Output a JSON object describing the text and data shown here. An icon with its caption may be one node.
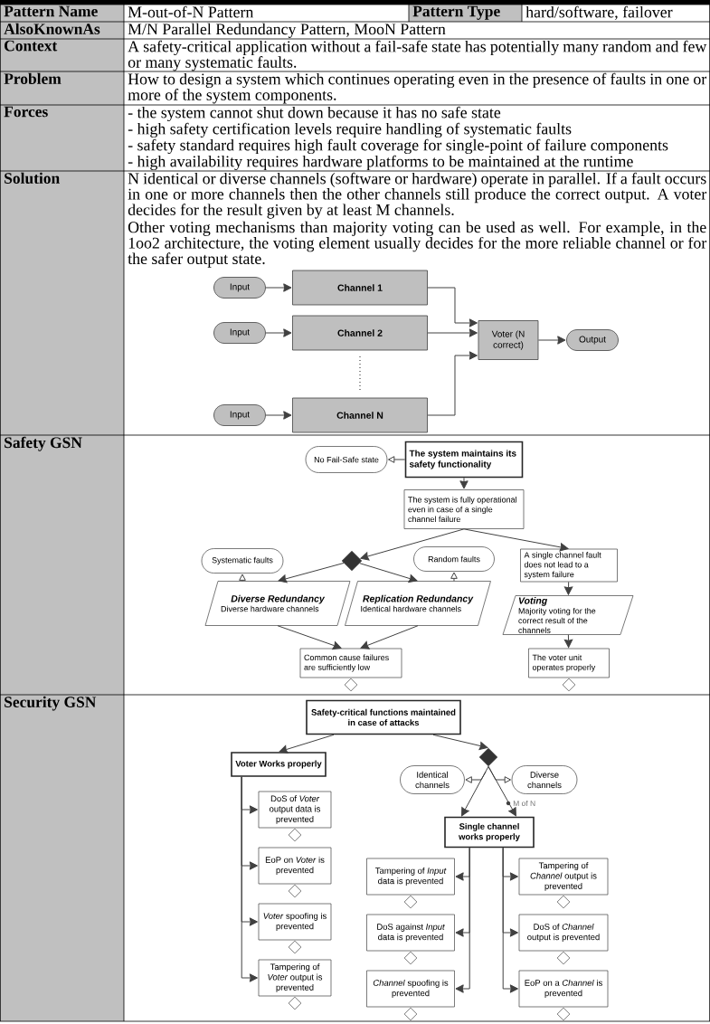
{
  "diagram": {
    "nodes": [
      {
        "text": [
          "Input"
        ]
      },
      {
        "text": [
          "Channel 1"
        ]
      },
      {
        "text": [
          "Input"
        ]
      },
      {
        "text": [
          "Channel 2"
        ]
      },
      {
        "text": [
          "Input"
        ]
      },
      {
        "text": [
          "Channel N"
        ]
      },
      {
        "text": [
          "Voter (N correct)"
        ]
      },
      {
        "text": [
          "Output"
        ]
      },
      {
        "text": [
          "No Fail-Safe state"
        ]
      },
      {
        "text": [
          "The system maintains its safety functionality"
        ]
      },
      {
        "text": [
          "The system is fully operational even in case of a single channel failure"
        ]
      },
      {
        "text": [],
        "shape": "diamond"
      },
      {
        "text": [
          "Systematic faults"
        ]
      },
      {
        "text": [
          "Random faults"
        ]
      },
      {
        "text": [
          "A single channel fault does not lead to a system failure"
        ]
      },
      {
        "text": [
          "Diverse Redundancy",
          "Diverse hardware channels"
        ]
      },
      {
        "text": [
          "Replication Redundancy",
          "Identical hardware channels"
        ]
      },
      {
        "text": [
          "Voting",
          "Majority voting for the correct result of the channels"
        ]
      },
      {
        "text": [
          "Common cause failures are sufficiently low"
        ]
      },
      {
        "text": [],
        "shape": "diamond"
      },
      {
        "text": [
          "The voter unit operates properly"
        ]
      },
      {
        "text": [],
        "shape": "diamond"
      },
      {
        "text": [
          "Safety-critical functions maintained in case of attacks"
        ]
      },
      {
        "text": [
          "Voter Works properly"
        ]
      },
      {
        "text": [],
        "shape": "diamond"
      },
      {
        "text": [
          "Identical channels"
        ]
      },
      {
        "text": [
          "Diverse channels"
        ]
      },
      {
        "text": [
          "Single channel works properly"
        ]
      },
      {
        "text": [
          "DoS of *Voter* output data is prevented"
        ]
      },
      {
        "text": [],
        "shape": "diamond"
      },
      {
        "text": [
          "EoP on *Voter* is prevented"
        ]
      },
      {
        "text": [],
        "shape": "diamond"
      },
      {
        "text": [
          "*Voter* spoofing is prevented"
        ]
      },
      {
        "text": [],
        "shape": "diamond"
      },
      {
        "text": [
          "Tampering of *Voter* output is prevented"
        ]
      },
      {
        "text": [],
        "shape": "diamond"
      },
      {
        "text": [
          "Tampering of *Input* data is prevented"
        ]
      },
      {
        "text": [],
        "shape": "diamond"
      },
      {
        "text": [
          "DoS against *Input* data is prevented"
        ]
      },
      {
        "text": [],
        "shape": "diamond"
      },
      {
        "text": [
          "*Channel* spoofing is prevented"
        ]
      },
      {
        "text": [],
        "shape": "diamond"
      },
      {
        "text": [
          "Tampering of *Channel* output is prevented"
        ]
      },
      {
        "text": [],
        "shape": "diamond"
      },
      {
        "text": [
          "DoS of *Channel* output is prevented"
        ]
      },
      {
        "text": [],
        "shape": "diamond"
      },
      {
        "text": [
          "EoP on a *Channel* is prevented"
        ]
      },
      {
        "text": [],
        "shape": "diamond"
      }
    ],
    "edges": [
      {
        "from": 0,
        "to": 1,
        "arrow": "to"
      },
      {
        "from": 2,
        "to": 3,
        "arrow": "to"
      },
      {
        "from": 4,
        "to": 5,
        "arrow": "to"
      },
      {
        "from": 1,
        "to": 6,
        "arrow": "to"
      },
      {
        "from": 3,
        "to": 6,
        "arrow": "to"
      },
      {
        "from": 5,
        "to": 6,
        "arrow": "to"
      },
      {
        "from": 6,
        "to": 7,
        "arrow": "to"
      },
      {
        "from": 9,
        "to": 8,
        "arrow": "to"
      },
      {
        "from": 9,
        "to": 10,
        "arrow": "to"
      },
      {
        "from": 10,
        "to": 11,
        "arrow": "to"
      },
      {
        "from": 10,
        "to": 14,
        "arrow": "to"
      },
      {
        "from": 11,
        "to": 15,
        "arrow": "to"
      },
      {
        "from": 11,
        "to": 16,
        "arrow": "to"
      },
      {
        "from": 15,
        "to": 12,
        "arrow": "to"
      },
      {
        "from": 16,
        "to": 13,
        "arrow": "to"
      },
      {
        "from": 15,
        "to": 18,
        "arrow": "to"
      },
      {
        "from": 16,
        "to": 18,
        "arrow": "to"
      },
      {
        "from": 14,
        "to": 17,
        "arrow": "to"
      },
      {
        "from": 17,
        "to": 20,
        "arrow": "to"
      },
      {
        "from": 22,
        "to": 23,
        "arrow": "to"
      },
      {
        "from": 22,
        "to": 24,
        "arrow": "to"
      },
      {
        "from": 24,
        "to": 25,
        "arrow": "to"
      },
      {
        "from": 24,
        "to": 26,
        "arrow": "to"
      },
      {
        "from": 24,
        "to": 27,
        "arrow": "to"
      },
      {
        "from": 24,
        "to": 27,
        "arrow": "to",
        "label": "M of N"
      },
      {
        "from": 23,
        "to": 28,
        "arrow": "to"
      },
      {
        "from": 23,
        "to": 30,
        "arrow": "to"
      },
      {
        "from": 23,
        "to": 32,
        "arrow": "to"
      },
      {
        "from": 23,
        "to": 34,
        "arrow": "to"
      },
      {
        "from": 27,
        "to": 36,
        "arrow": "to"
      },
      {
        "from": 27,
        "to": 38,
        "arrow": "to"
      },
      {
        "from": 27,
        "to": 40,
        "arrow": "to"
      },
      {
        "from": 27,
        "to": 42,
        "arrow": "to"
      },
      {
        "from": 27,
        "to": 44,
        "arrow": "to"
      },
      {
        "from": 27,
        "to": 46,
        "arrow": "to"
      }
    ],
    "labels": [
      "Pattern Name",
      "M-out-of-N Pattern",
      "Pattern Type",
      "hard/software, failover",
      "AlsoKnownAs",
      "M/N Parallel Redundancy Pattern, MooN Pattern",
      "Context",
      "A safety-critical application without a fail-safe state has potentially many random and few or many systematic faults.",
      "Problem",
      "How to design a system which continues operating even in the presence of faults in one or more of the system components.",
      "Forces",
      "- the system cannot shut down because it has no safe state",
      "- high safety certification levels require handling of systematic faults",
      "- safety standard requires high fault coverage for single-point of failure components",
      "- high availability requires hardware platforms to be maintained at the runtime",
      "Solution",
      "N identical or diverse channels (software or hardware) operate in parallel. If a fault occurs in one or more channels then the other channels still produce the correct output. A voter decides for the result given by at least M channels.",
      "Other voting mechanisms than majority voting can be used as well. For example, in the 1oo2 architecture, the voting element usually decides for the more reliable channel or for the safer output state.",
      "Safety GSN",
      "Security GSN"
    ]
  }
}
